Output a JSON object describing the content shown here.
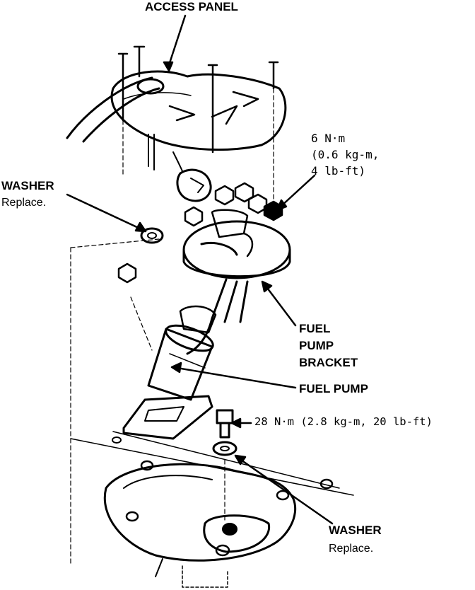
{
  "labels": {
    "access_panel": "ACCESS PANEL",
    "torque_small_1": "6 N·m",
    "torque_small_2": "(0.6 kg-m,",
    "torque_small_3": "4 lb-ft)",
    "washer_top": "WASHER",
    "washer_top_note": "Replace.",
    "bracket_1": "FUEL",
    "bracket_2": "PUMP",
    "bracket_3": "BRACKET",
    "fuel_pump": "FUEL PUMP",
    "torque_bolt": "28 N·m (2.8 kg-m, 20 lb-ft)",
    "washer_bottom": "WASHER",
    "washer_bottom_note": "Replace."
  },
  "colors": {
    "ink": "#000000",
    "paper": "#ffffff"
  }
}
